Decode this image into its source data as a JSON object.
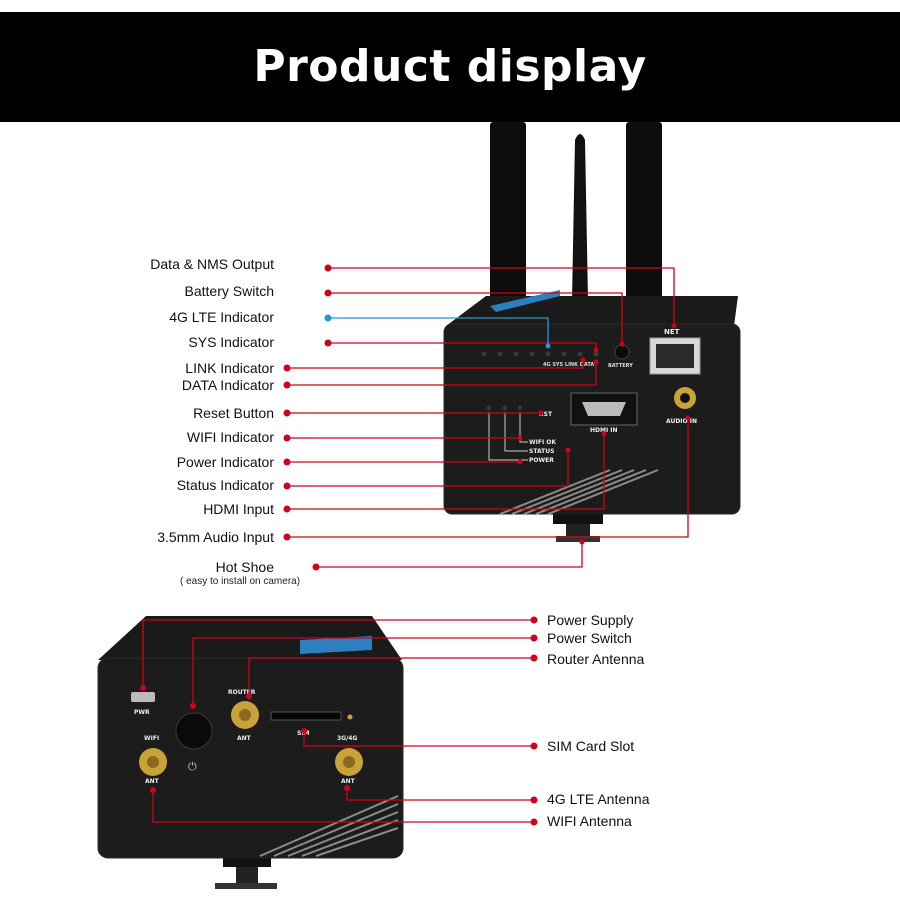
{
  "banner": {
    "title": "Product display"
  },
  "top_labels": [
    "Data & NMS Output",
    "Battery Switch",
    "4G LTE Indicator",
    "SYS Indicator",
    "LINK Indicator",
    "DATA Indicator",
    "Reset Button",
    "WIFI Indicator",
    "Power Indicator",
    "Status Indicator",
    "HDMI Input",
    "3.5mm Audio Input",
    "Hot Shoe"
  ],
  "hot_shoe_note": "( easy to install on camera)",
  "bottom_labels": [
    "Power Supply",
    "Power Switch",
    "Router Antenna",
    "SIM Card Slot",
    "4G LTE Antenna",
    "WIFI Antenna"
  ],
  "device_front_text": {
    "net": "NET",
    "battery": "BATTERY",
    "led_labels": "4G  SYS LINK DATA",
    "rst": "RST",
    "wifi_ok": "WIFI OK",
    "status": "STATUS",
    "power": "POWER",
    "hdmi_in": "HDMI IN",
    "audio_in": "AUDIO IN"
  },
  "device_back_text": {
    "pwr": "PWR",
    "router": "ROUTER",
    "ant1": "ANT",
    "sim": "SIM",
    "g34": "3G/4G",
    "ant2": "ANT",
    "wifi": "WIFI",
    "ant3": "ANT"
  },
  "colors": {
    "leader": "#d0021b",
    "leader_lte": "#1e9ad6",
    "banner": "#000000",
    "device": "#151515"
  }
}
